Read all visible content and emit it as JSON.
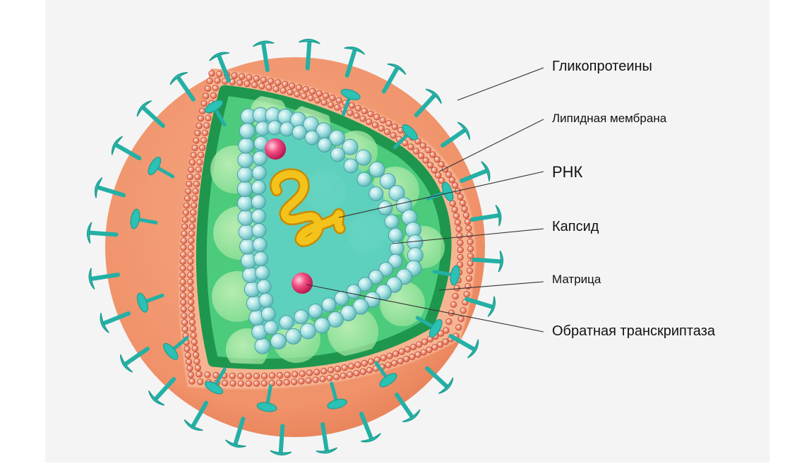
{
  "labels": {
    "glycoproteins": "Гликопротеины",
    "lipid_membrane": "Липидная мембрана",
    "rna": "РНК",
    "capsid": "Капсид",
    "matrix": "Матрица",
    "reverse_transcriptase": "Обратная транскриптаза"
  },
  "colors": {
    "envelope": "#f0926a",
    "envelope_dark": "#e57a52",
    "lipid_beads": "#e8735a",
    "spike": "#2bc1b4",
    "matrix_outer": "#1f9a52",
    "matrix_fill": "#48cc7a",
    "capsid_interior": "#5fd0c0",
    "capsid_bead": "#a7e3e4",
    "rna": "#e8b400",
    "enzyme": "#e8306a"
  },
  "icons": [
    "spike-icon",
    "enzyme-sphere-icon"
  ]
}
